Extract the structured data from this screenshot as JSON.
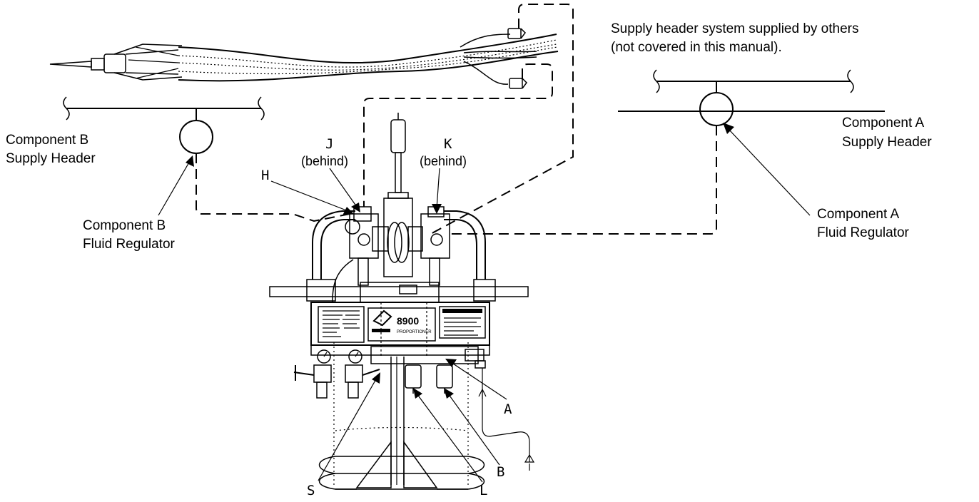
{
  "labels": {
    "supply_note_line1": "Supply header system supplied by others",
    "supply_note_line2": "(not covered in this manual).",
    "comp_a_header_line1": "Component A",
    "comp_a_header_line2": "Supply Header",
    "comp_a_reg_line1": "Component A",
    "comp_a_reg_line2": "Fluid Regulator",
    "comp_b_header_line1": "Component B",
    "comp_b_header_line2": "Supply Header",
    "comp_b_reg_line1": "Component B",
    "comp_b_reg_line2": "Fluid Regulator",
    "j_letter": "J",
    "j_note": "(behind)",
    "k_letter": "K",
    "k_note": "(behind)",
    "h": "H",
    "a": "A",
    "b": "B",
    "l": "L",
    "s": "S"
  },
  "machine": {
    "model_number": "8900",
    "model_name": "PROPORTIONER"
  }
}
